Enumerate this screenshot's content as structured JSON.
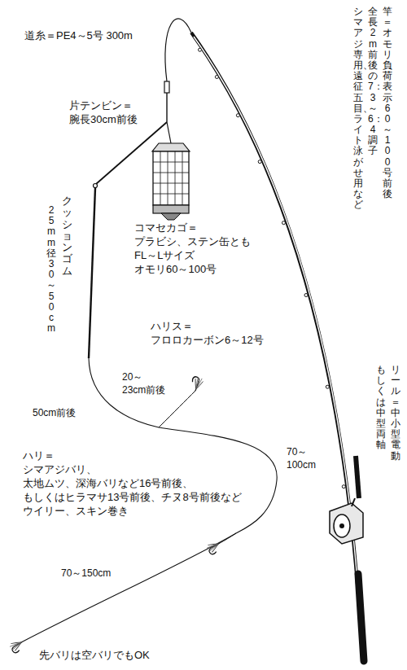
{
  "diagram": {
    "labels": [
      "道糸＝PE4～5号 300m",
      "片テンビン＝ 腕長30cm前後",
      "竿＝オモリ負荷表示60～100号前後",
      "全長2m前後の7：3～6：4調子",
      "シマアジ専用、遠征五目、ライト泳がせ用など",
      "コマセカゴ＝ プラビシ、ステン缶とも FL～Lサイズ オモリ60～100号",
      "クッションゴム",
      "25mm径 30～50cm",
      "ハリス＝ フロロカーボン6～12号",
      "20～ 23cm前後",
      "50cm前後",
      "70～ 100cm",
      "ハリ＝ シマアジバリ、 太地ムツ、深海バリなど16号前後、 もしくはヒラマサ13号前後、チヌ8号前後など ウイリー、スキン巻き",
      "70～150cm",
      "先バリは空バリでもOK",
      "リール＝中小型電動",
      "もしくは中型両軸"
    ]
  }
}
